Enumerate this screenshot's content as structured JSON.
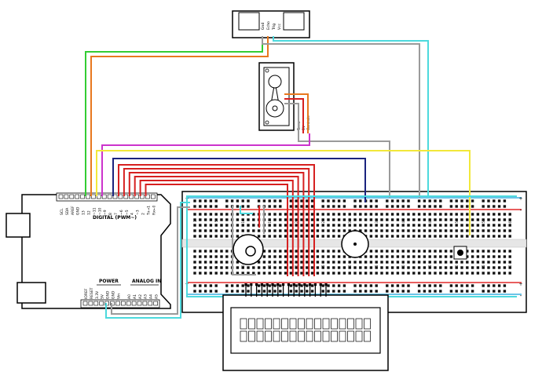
{
  "sensor": {
    "pins": [
      "Gnd",
      "Echo",
      "Trig",
      "Vcc"
    ]
  },
  "servo": {
    "pins": [
      "Terra",
      "5V",
      "Controle"
    ]
  },
  "arduino": {
    "digital_label": "DIGITAL (PWM~)",
    "top_pins": [
      "SCL",
      "SDA",
      "AREF",
      "GND",
      "13",
      "12",
      "~11",
      "~10",
      "~9",
      "8",
      "7",
      "~6",
      "~5",
      "4",
      "~3",
      "2",
      "Tx→1",
      "Rx←0"
    ],
    "power_label": "POWER",
    "analog_label": "ANALOG IN",
    "power_pins": [
      "IOREF",
      "RESET",
      "3.3V",
      "5V",
      "GND",
      "GND",
      "Vin"
    ],
    "analog_pins": [
      "A0",
      "A1",
      "A2",
      "A3",
      "A4",
      "A5"
    ]
  },
  "breadboard": {
    "column_numbers": [
      "1",
      "5",
      "10",
      "15",
      "20",
      "25",
      "30",
      "35",
      "40",
      "45",
      "50",
      "55",
      "60"
    ],
    "rail_marks": [
      "+",
      "-"
    ]
  },
  "colors": {
    "green": "#33cc33",
    "orange": "#e8781e",
    "cyan": "#4dd9dd",
    "gray": "#9a9a9a",
    "purple": "#cc33cc",
    "yellow": "#f2e83a",
    "navy": "#1a237e",
    "red": "#d62020",
    "rail_red": "#e02828",
    "rail_blue": "#3ab0e0"
  }
}
